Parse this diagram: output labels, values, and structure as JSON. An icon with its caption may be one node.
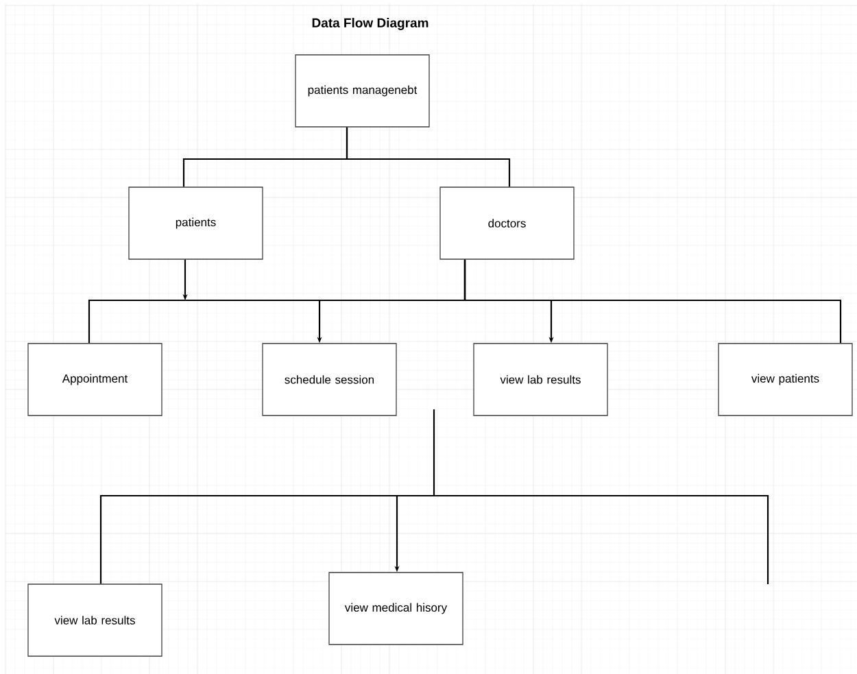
{
  "diagram": {
    "title": "Data Flow Diagram",
    "nodes": [
      {
        "text": [
          "patients managenebt"
        ]
      },
      {
        "text": [
          "patients"
        ]
      },
      {
        "text": [
          "doctors"
        ]
      },
      {
        "text": [
          "Appointment"
        ]
      },
      {
        "text": [
          "schedule session"
        ]
      },
      {
        "text": [
          "view lab results"
        ]
      },
      {
        "text": [
          "view patients"
        ]
      },
      {
        "text": [
          "view lab results"
        ]
      },
      {
        "text": [
          "view medical hisory"
        ]
      }
    ],
    "edges": [
      {
        "from": 0,
        "to": 1,
        "arrow": "none"
      },
      {
        "from": 0,
        "to": 2,
        "arrow": "none"
      },
      {
        "from": 1,
        "to": null,
        "arrow": "to"
      },
      {
        "from": 2,
        "to": 3,
        "arrow": "none"
      },
      {
        "from": 2,
        "to": 4,
        "arrow": "to"
      },
      {
        "from": 2,
        "to": 5,
        "arrow": "to"
      },
      {
        "from": 2,
        "to": 6,
        "arrow": "none"
      },
      {
        "from": null,
        "to": 7,
        "arrow": "none"
      },
      {
        "from": null,
        "to": 8,
        "arrow": "to"
      }
    ]
  }
}
